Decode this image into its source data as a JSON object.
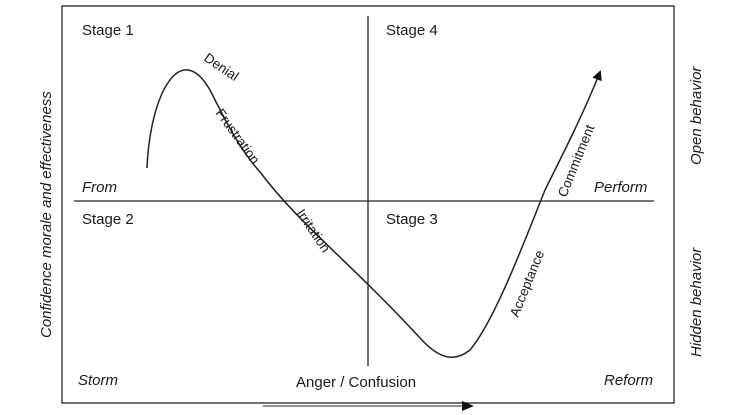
{
  "diagram": {
    "quadrants": {
      "top_left": "Stage 1",
      "top_right": "Stage 4",
      "bottom_left": "Stage 2",
      "bottom_right": "Stage 3"
    },
    "curve_labels": {
      "denial": "Denial",
      "frustration": "Frustration",
      "irritation": "Irritation",
      "acceptance": "Acceptance",
      "commitment": "Commitment"
    },
    "row_labels": {
      "from": "From",
      "perform": "Perform",
      "storm": "Storm",
      "reform": "Reform"
    },
    "bottom_axis_label": "Anger / Confusion",
    "left_axis_label": "Confidence morale and effectiveness",
    "right_axis_labels": {
      "top": "Open behavior",
      "bottom": "Hidden behavior"
    }
  }
}
